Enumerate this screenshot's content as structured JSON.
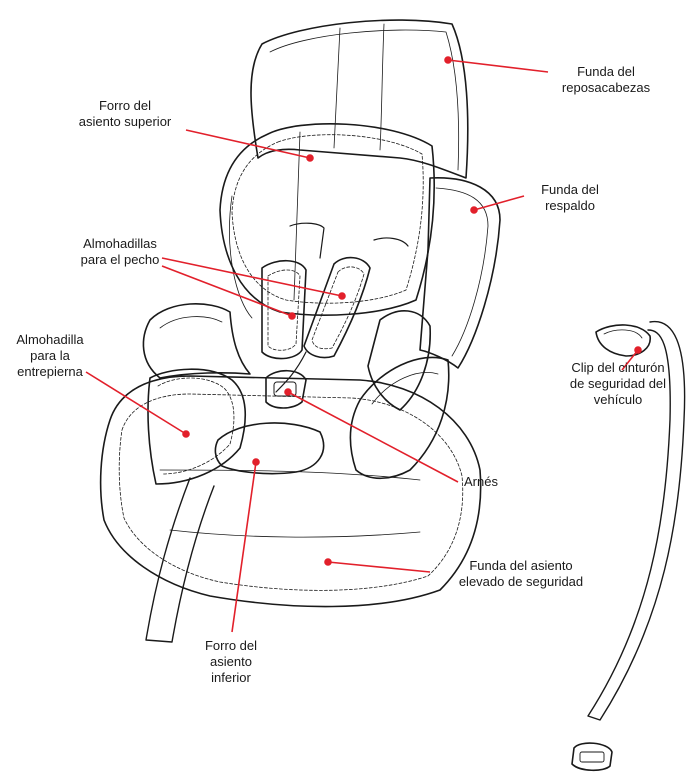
{
  "accent_color": "#e2202b",
  "labels": {
    "headrest_cover": [
      "Funda del",
      "reposacabezas"
    ],
    "upper_seat_liner": [
      "Forro del",
      "asiento superior"
    ],
    "backrest_cover": [
      "Funda del",
      "respaldo"
    ],
    "chest_pads": [
      "Almohadillas",
      "para el pecho"
    ],
    "crotch_pad": [
      "Almohadilla",
      "para la",
      "entrepierna"
    ],
    "vehicle_belt_clip": [
      "Clip del cinturón",
      "de seguridad del",
      "vehículo"
    ],
    "harness": [
      "Arnés"
    ],
    "booster_seat_cover": [
      "Funda del asiento",
      "elevado de seguridad"
    ],
    "lower_seat_liner": [
      "Forro del",
      "asiento",
      "inferior"
    ]
  }
}
